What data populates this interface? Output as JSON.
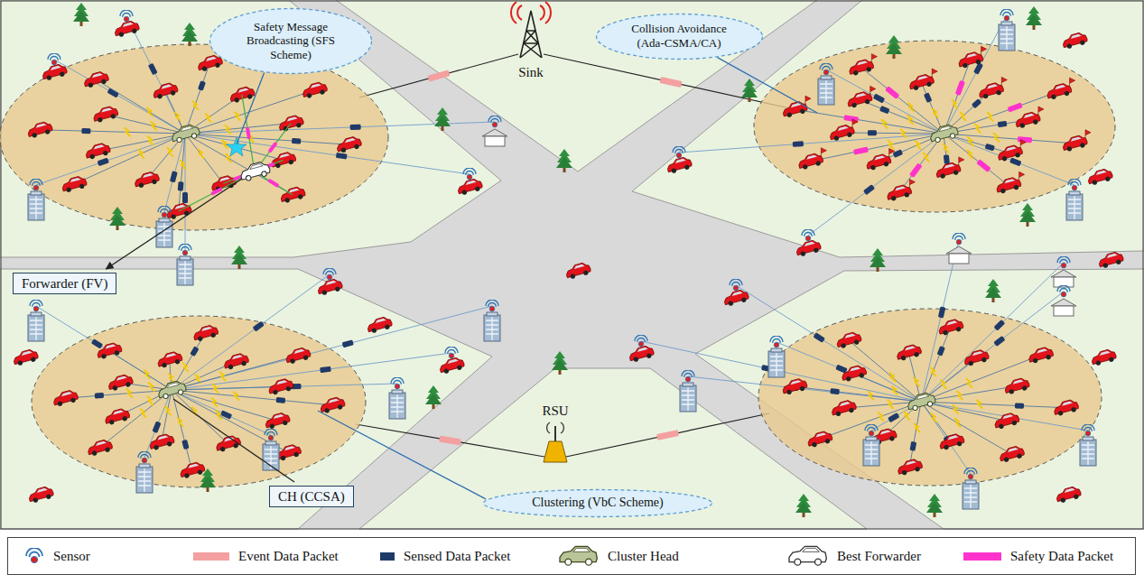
{
  "diagram": {
    "nodes": [
      {
        "text": [
          "Safety Message Broadcasting (SFS Scheme)"
        ]
      },
      {
        "text": [
          "Collision Avoidance (Ada-CSMA/CA)"
        ]
      },
      {
        "text": [
          "Forwarder (FV)"
        ]
      },
      {
        "text": [
          "CH (CCSA)"
        ]
      },
      {
        "text": [
          "Clustering (VbC Scheme)"
        ]
      }
    ],
    "labels": [
      "Sink",
      "RSU"
    ],
    "legend": [
      {
        "text": "Sensor"
      },
      {
        "text": "Event Data Packet",
        "color": "#f4a0a0"
      },
      {
        "text": "Sensed Data Packet",
        "color": "#1f3a68"
      },
      {
        "text": "Cluster Head"
      },
      {
        "text": "Best Forwarder"
      },
      {
        "text": "Safety Data Packet",
        "color": "#ff33cc"
      }
    ]
  }
}
